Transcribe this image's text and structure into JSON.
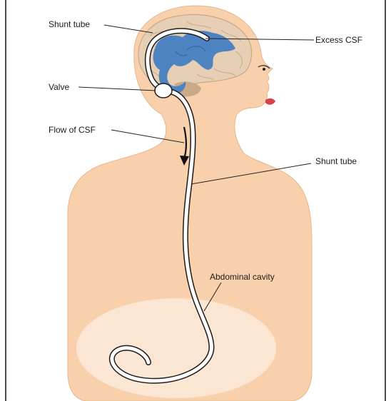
{
  "labels": {
    "shunt_tube_top": "Shunt tube",
    "excess_csf": "Excess CSF",
    "valve": "Valve",
    "flow_of_csf": "Flow of CSF",
    "shunt_tube_right": "Shunt tube",
    "abdominal_cavity": "Abdominal cavity"
  },
  "colors": {
    "skin": "#f8d0ac",
    "skin_outline": "#e8b48c",
    "brain": "#e6cfb4",
    "brain_line": "#c9a987",
    "ventricle": "#4e83c1",
    "ventricle_dark": "#3568a8",
    "abdomen": "#fbe6d4",
    "tube": "#ffffff",
    "tube_outline": "#1c1c1c",
    "lips": "#d9424a",
    "leader": "#222222"
  }
}
